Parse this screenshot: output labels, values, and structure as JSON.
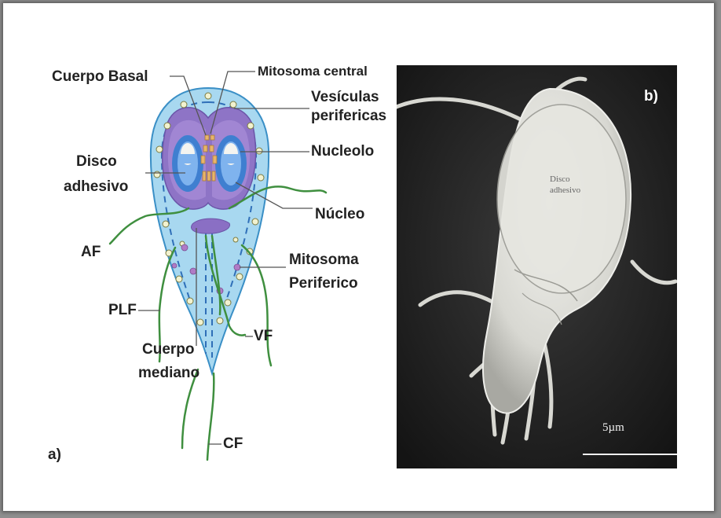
{
  "diagram_a": {
    "panel_label": "a)",
    "labels": {
      "cuerpo_basal": "Cuerpo Basal",
      "mitosoma_central": "Mitosoma central",
      "vesiculas_line1": "Vesículas",
      "vesiculas_line2": "perifericas",
      "nucleolo": "Nucleolo",
      "disco_line1": "Disco",
      "disco_line2": "adhesivo",
      "nucleo": "Núcleo",
      "af": "AF",
      "mitosoma_per_line1": "Mitosoma",
      "mitosoma_per_line2": "Periferico",
      "plf": "PLF",
      "vf": "VF",
      "cuerpo_med_line1": "Cuerpo",
      "cuerpo_med_line2": "mediano",
      "cf": "CF"
    },
    "colors": {
      "cell_body": "#9fd3ee",
      "cell_outline": "#3a8fc6",
      "disc": "#8a6fc4",
      "nucleus": "#3f7fd0",
      "flagella": "#3f8f3f"
    }
  },
  "photo_b": {
    "panel_label": "b)",
    "inner_label_line1": "Disco",
    "inner_label_line2": "adhesivo",
    "scale_label": "5µm"
  }
}
